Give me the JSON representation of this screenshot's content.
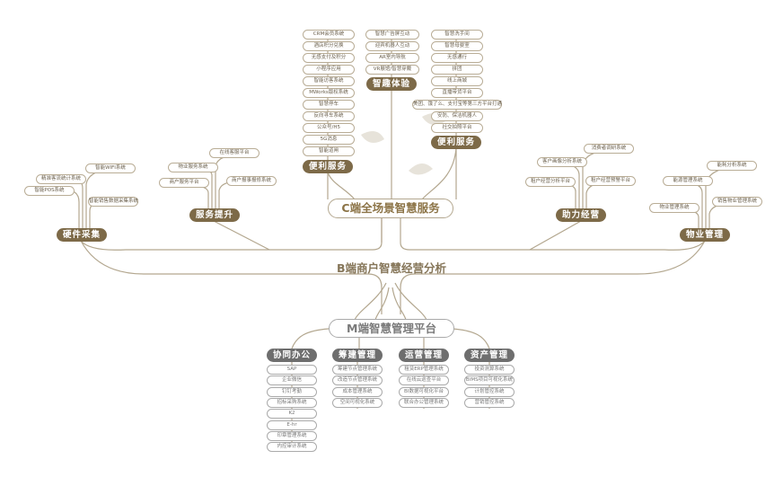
{
  "c_title": "C端全场景智慧服务",
  "b_title": "B端商户智慧经营分析",
  "m_title": "M端智慧管理平台",
  "colors": {
    "brown": "#7d6a48",
    "grey": "#6e6e6e",
    "line": "#b3a78f"
  },
  "c_branches": [
    {
      "heading": "便利服务",
      "items": [
        "CRM会员系统",
        "酒店积分兑换",
        "无感支付及积分",
        "小程序应用",
        "智能访客系统",
        "MWorks版权系统",
        "智慧停车",
        "反向寻车系统",
        "公众号/H5",
        "5G消息",
        "智能道闸"
      ]
    },
    {
      "heading": "智趣体验",
      "items": [
        "智慧广告屏互动",
        "迎宾机器人互动",
        "AR室内导航",
        "VR展馆/智慧穿戴"
      ]
    },
    {
      "heading": "便利服务",
      "items": [
        "智慧洗手间",
        "智慧母婴室",
        "无感通行",
        "拼团",
        "线上商城",
        "直播带货平台",
        "美团、饿了么、支付宝等第三方平台打通",
        "安防、保洁机器人",
        "社交拍照平台"
      ]
    }
  ],
  "b_branches": [
    {
      "heading": "硬件采集",
      "items": [
        "智能WIFI系统",
        "精准客流统计系统",
        "智能POS系统",
        "智能销售数据采集系统"
      ]
    },
    {
      "heading": "服务提升",
      "items": [
        "在线客服平台",
        "物业服务系统",
        "商户服务平台",
        "商户报事报修系统"
      ]
    },
    {
      "heading": "助力经营",
      "items": [
        "消费者调研系统",
        "客户画像分析系统",
        "租户经营分析平台",
        "租户经营预警平台"
      ]
    },
    {
      "heading": "物业管理",
      "items": [
        "能耗分析系统",
        "能源管理系统",
        "物业管理系统",
        "销售物业管理系统"
      ]
    }
  ],
  "m_branches": [
    {
      "heading": "协同办公",
      "items": [
        "SAP",
        "企业微信",
        "钉钉考勤",
        "招标采购系统",
        "K2",
        "E-hr",
        "印章管理系统",
        "内控审计系统"
      ]
    },
    {
      "heading": "筹建管理",
      "items": [
        "筹建节点管理系统",
        "改造节点管理系统",
        "成本管理系统",
        "空间可视化系统"
      ]
    },
    {
      "heading": "运营管理",
      "items": [
        "租赁ERP管理系统",
        "在线云巡查平台",
        "BI数据可视化平台",
        "联合办公管理系统"
      ]
    },
    {
      "heading": "资产管理",
      "items": [
        "投资测算系统",
        "BIMS项目可视化系统",
        "计划管控系统",
        "营销管控系统"
      ]
    }
  ]
}
